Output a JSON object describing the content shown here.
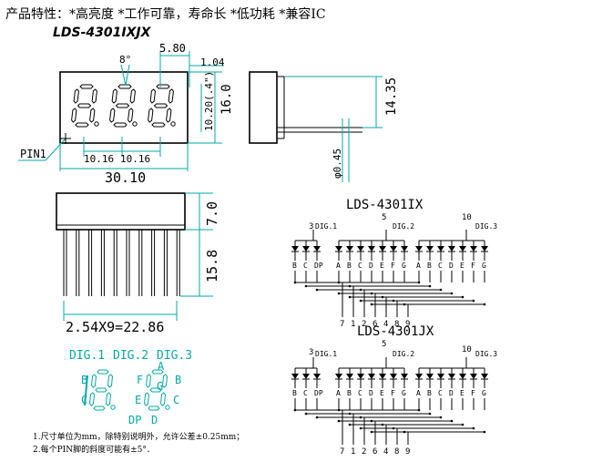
{
  "header": {
    "features": "产品特性：*高亮度 *工作可靠，寿命长 *低功耗 *兼容IC",
    "model": "LDS-4301IXJX"
  },
  "front_view": {
    "dim_angle": "8°",
    "dim_580": "5.80",
    "dim_104": "1.04",
    "dim_height": "16.0",
    "dim_digit": "10.20(.4\")",
    "dim_pitch_1": "10.16",
    "dim_pitch_2": "10.16",
    "dim_width": "30.10",
    "pin1": "PIN1"
  },
  "side_view": {
    "dim_height": "14.35",
    "dim_pin": "φ0.45"
  },
  "bottom_view": {
    "dim_body": "7.0",
    "dim_pins": "15.8",
    "dim_pitch": "2.54X9=22.86"
  },
  "segment_legend": {
    "dig1": "DIG.1",
    "dig2": "DIG.2",
    "dig3": "DIG.3",
    "seg_a": "A",
    "seg_b1": "B",
    "seg_c1": "C",
    "seg_f": "F",
    "seg_g": "G",
    "seg_e": "E",
    "seg_b2": "B",
    "seg_c2": "C",
    "seg_dp": "DP",
    "seg_d": "D"
  },
  "schematics": [
    {
      "title": "LDS-4301IX",
      "digit_labels": [
        "DIG.1",
        "DIG.2",
        "DIG.3"
      ],
      "digit_pins": [
        "3",
        "5",
        "10"
      ],
      "segment_labels": [
        "B",
        "C",
        "DP",
        "A",
        "B",
        "C",
        "D",
        "E",
        "F",
        "G",
        "A",
        "B",
        "C",
        "D",
        "E",
        "F",
        "G"
      ],
      "bottom_pins": [
        "7",
        "1",
        "2",
        "6",
        "4",
        "8",
        "9"
      ]
    },
    {
      "title": "LDS-4301JX",
      "digit_labels": [
        "DIG.1",
        "DIG.2",
        "DIG.3"
      ],
      "digit_pins": [
        "3",
        "5",
        "10"
      ],
      "segment_labels": [
        "B",
        "C",
        "DP",
        "A",
        "B",
        "C",
        "D",
        "E",
        "F",
        "G",
        "A",
        "B",
        "C",
        "D",
        "E",
        "F",
        "G"
      ],
      "bottom_pins": [
        "7",
        "1",
        "2",
        "6",
        "4",
        "8",
        "9"
      ]
    }
  ],
  "notes": {
    "note1": "1.尺寸单位为mm，除特别说明外，允许公差±0.25mm；",
    "note2": "2.每个PIN脚的斜度可能有±5°．"
  }
}
